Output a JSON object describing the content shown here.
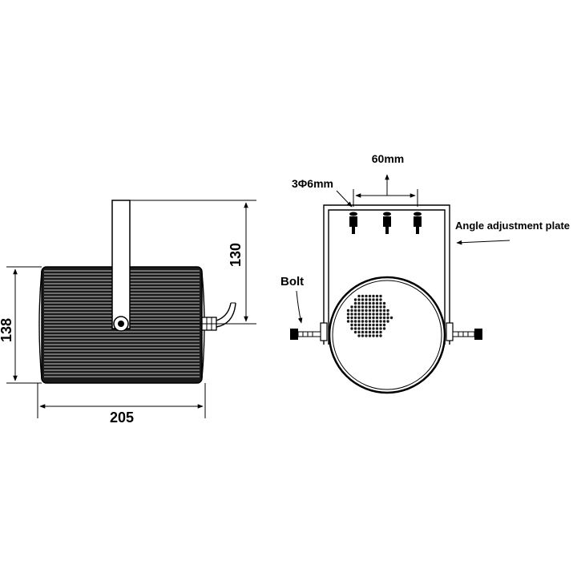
{
  "side_view": {
    "dimensions": {
      "height": "138",
      "width": "205",
      "bracket_height": "130"
    }
  },
  "front_view": {
    "hole_spacing": "60mm",
    "hole_spec": "3Φ6mm",
    "labels": {
      "bolt": "Bolt",
      "angle_plate": "Angle adjustment plate"
    }
  },
  "colors": {
    "line": "#000000",
    "body_fill": "#1a1a1a",
    "background": "#ffffff"
  }
}
